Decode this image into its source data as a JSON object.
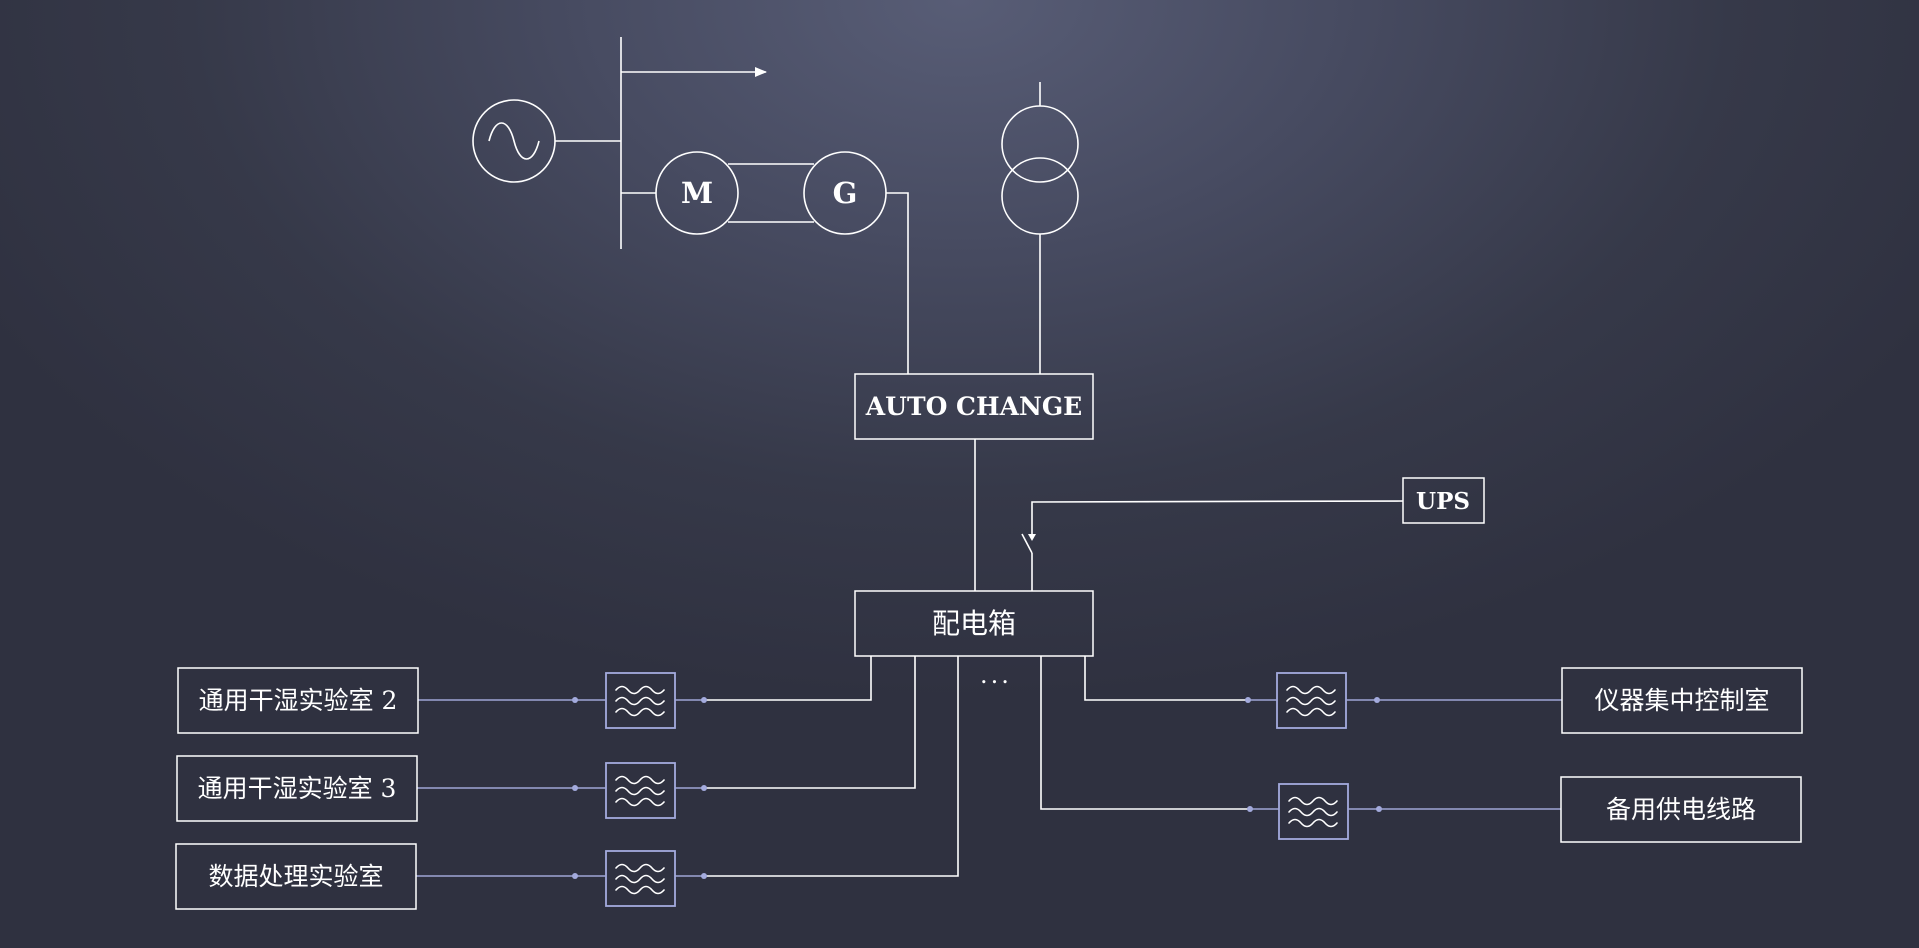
{
  "motor_label": "M",
  "generator_label": "G",
  "auto_change_label": "AUTO CHANGE",
  "ups_label": "UPS",
  "distribution_box_label": "配电箱",
  "ellipsis": "...",
  "rooms": {
    "dry_wet_lab_2": "通用干湿实验室 2",
    "dry_wet_lab_3": "通用干湿实验室 3",
    "data_lab": "数据处理实验室",
    "control_room": "仪器集中控制室",
    "backup_line": "备用供电线路"
  },
  "colors": {
    "background": "#474b61",
    "line": "#ffffff",
    "feeder_line": "#9fa6d6",
    "filter": "#a4abde"
  },
  "icons": [
    "ac-source-icon",
    "motor-icon",
    "generator-icon",
    "transformer-icon",
    "switch-icon",
    "filter-icon"
  ]
}
